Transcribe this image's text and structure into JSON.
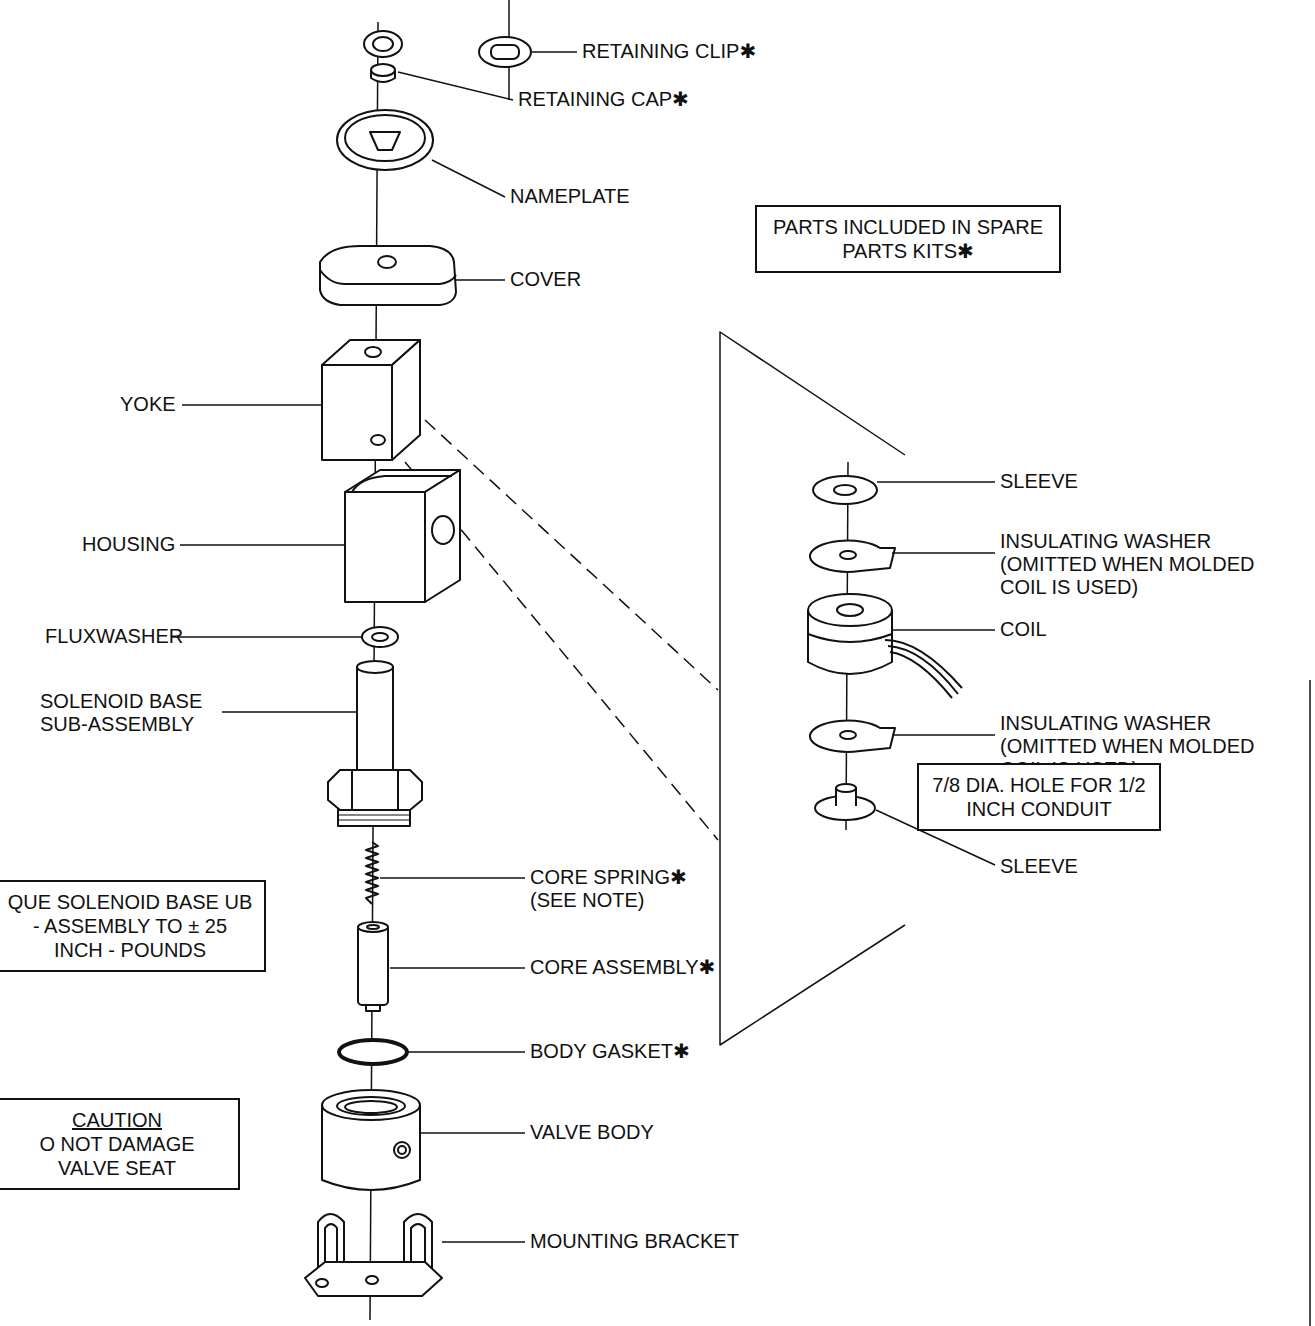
{
  "diagram": {
    "nodes": [
      {
        "text": [
          "PARTS INCLUDED IN SPARE PARTS KITS✱"
        ]
      },
      {
        "text": [
          "7/8 DIA. HOLE FOR 1/2 INCH CONDUIT"
        ]
      },
      {
        "text": [
          "QUE SOLENOID BASE UB - ASSEMBLY TO ± 25 INCH - POUNDS"
        ]
      },
      {
        "text": [
          "CAUTION",
          "O NOT DAMAGE VALVE SEAT"
        ]
      }
    ],
    "edges": [],
    "labels": [
      "RETAINING CLIP✱",
      "RETAINING CAP✱",
      "NAMEPLATE",
      "COVER",
      "YOKE",
      "SLEEVE",
      "HOUSING",
      "INSULATING WASHER (OMITTED WHEN MOLDED COIL IS USED)",
      "COIL",
      "FLUXWASHER",
      "SOLENOID BASE SUB-ASSEMBLY",
      "INSULATING WASHER (OMITTED WHEN MOLDED COIL IS USED)",
      "SLEEVE",
      "CORE SPRING✱ (SEE NOTE)",
      "CORE ASSEMBLY✱",
      "BODY GASKET✱",
      "VALVE BODY",
      "MOUNTING BRACKET"
    ]
  }
}
